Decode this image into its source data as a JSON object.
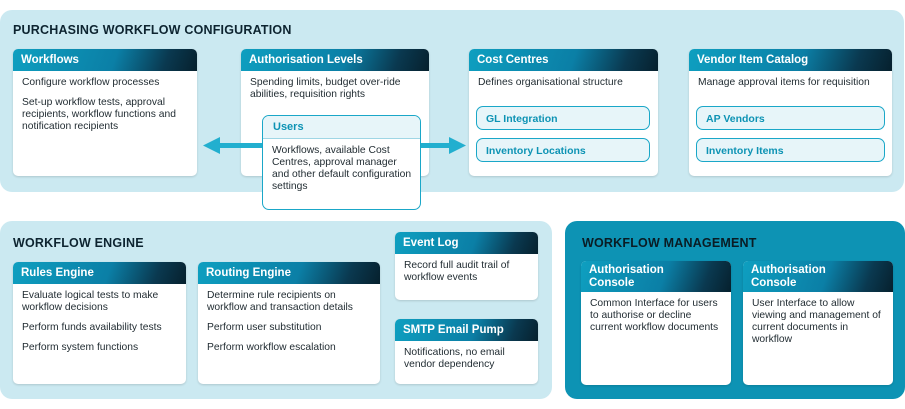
{
  "purchasing": {
    "title": "PURCHASING WORKFLOW CONFIGURATION",
    "workflows": {
      "title": "Workflows",
      "lines": [
        "Configure workflow processes",
        "Set-up workflow tests, approval recipients, workflow functions and notification recipients"
      ]
    },
    "auth_levels": {
      "title": "Authorisation Levels",
      "text": "Spending limits, budget over-ride abilities, requisition rights"
    },
    "users": {
      "title": "Users",
      "text": "Workflows, available Cost Centres, approval manager and other default configuration settings"
    },
    "cost_centres": {
      "title": "Cost Centres",
      "text": "Defines organisational structure",
      "items": [
        "GL Integration",
        "Inventory Locations"
      ]
    },
    "vendor_catalog": {
      "title": "Vendor Item Catalog",
      "text": "Manage approval items for requisition",
      "items": [
        "AP Vendors",
        "Inventory Items"
      ]
    }
  },
  "engine": {
    "title": "WORKFLOW ENGINE",
    "rules": {
      "title": "Rules Engine",
      "lines": [
        "Evaluate logical tests to make workflow decisions",
        "Perform funds availability tests",
        "Perform system functions"
      ]
    },
    "routing": {
      "title": "Routing Engine",
      "lines": [
        "Determine rule recipients on workflow and transaction details",
        "Perform user substitution",
        "Perform workflow escalation"
      ]
    },
    "event_log": {
      "title": "Event Log",
      "text": "Record full audit trail of workflow events"
    },
    "smtp": {
      "title": "SMTP Email Pump",
      "text": "Notifications, no email vendor dependency"
    }
  },
  "management": {
    "title": "WORKFLOW MANAGEMENT",
    "console1": {
      "title": "Authorisation Console",
      "text": "Common Interface for users to authorise or decline current workflow documents"
    },
    "console2": {
      "title": "Authorisation Console",
      "text": "User Interface to allow viewing and management of current documents in workflow"
    }
  },
  "colors": {
    "panel_light": "#cbe9f1",
    "panel_dark": "#0d93b4",
    "accent": "#1aa7c8",
    "arrow": "#22afcf",
    "header_dark": "#06202d"
  }
}
